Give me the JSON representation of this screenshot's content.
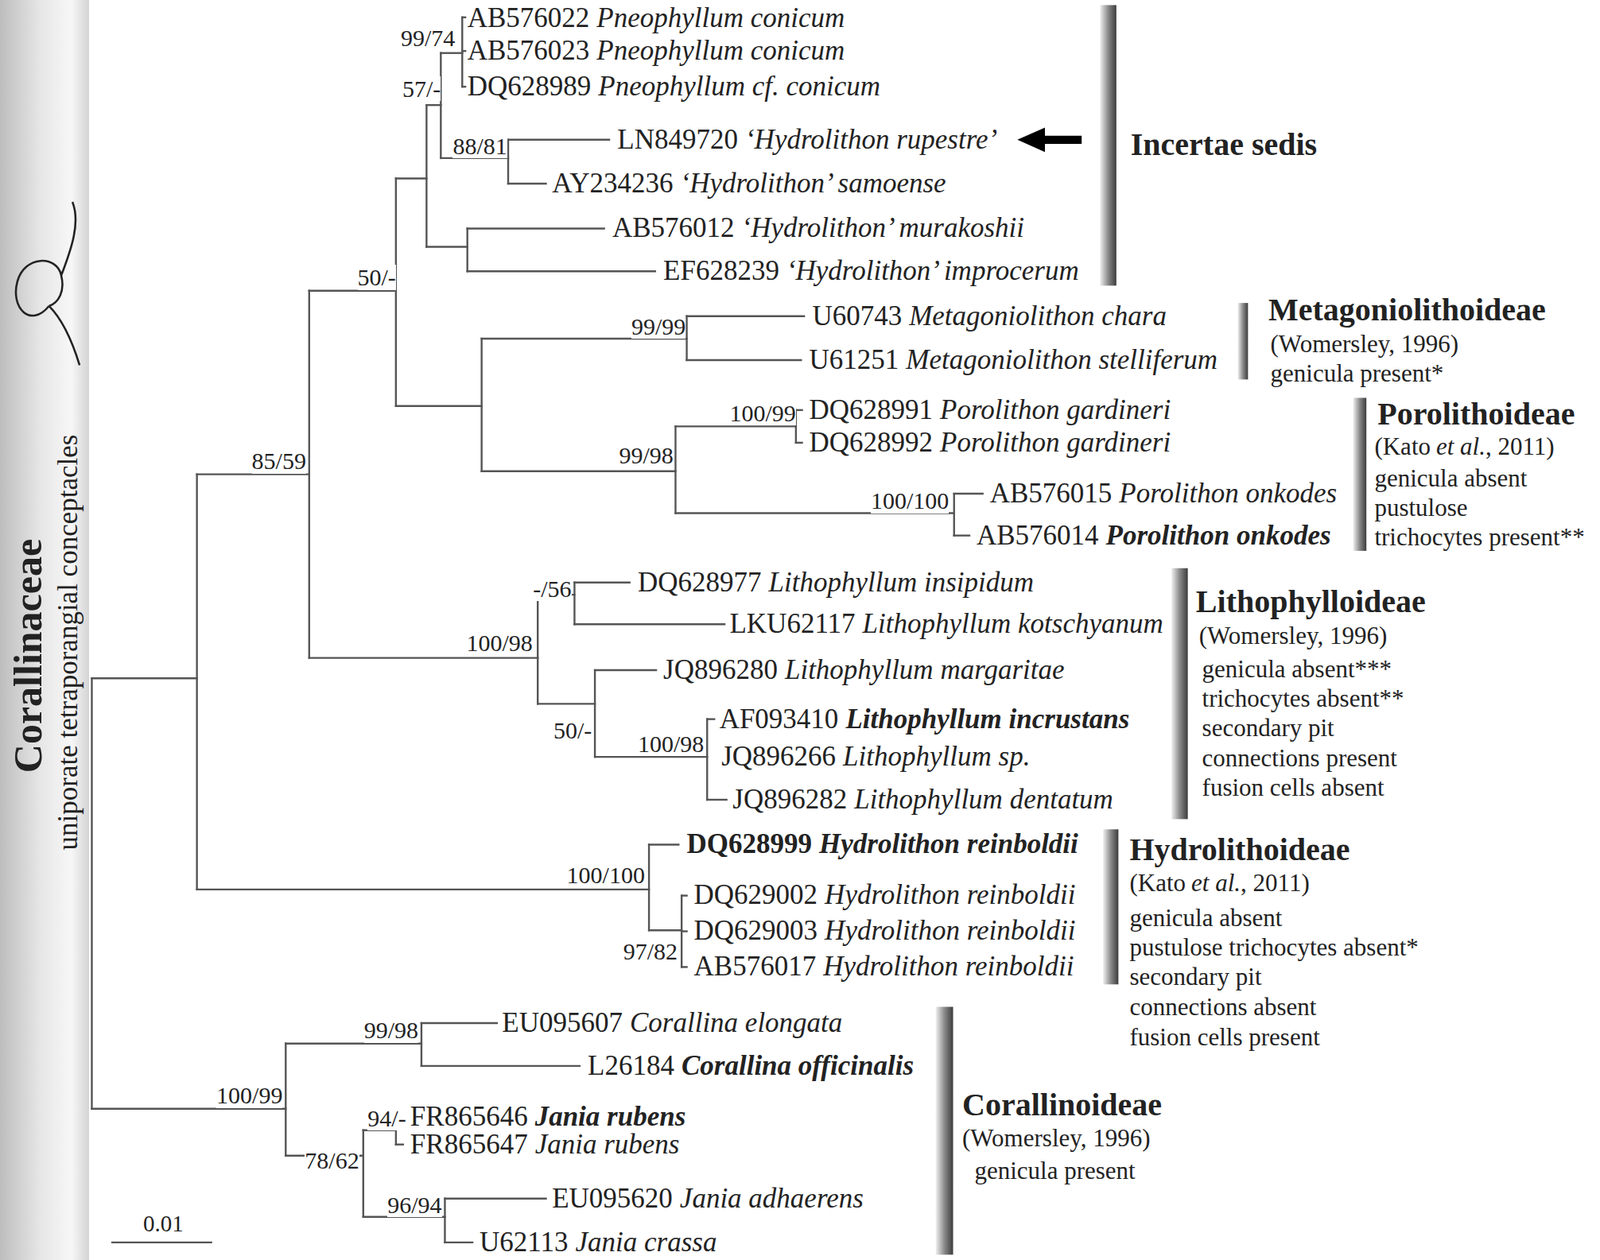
{
  "diagram": {
    "nodes": [
      {
        "text": [
          "Corallinaceae",
          "uniporate tetraporangial conceptacles"
        ]
      }
    ],
    "labels": [
      "AB576022",
      "Pneophyllum conicum",
      "AB576023",
      "Pneophyllum conicum",
      "DQ628989",
      "Pneophyllum cf. conicum",
      "LN849720",
      "‘Hydrolithon rupestre’",
      "AY234236",
      "‘Hydrolithon’ samoense",
      "AB576012",
      "‘Hydrolithon’ murakoshii",
      "EF628239",
      "‘Hydrolithon’ improcerum",
      "U60743",
      "Metagoniolithon chara",
      "U61251",
      "Metagoniolithon stelliferum",
      "DQ628991",
      "Porolithon gardineri",
      "DQ628992",
      "Porolithon gardineri",
      "AB576015",
      "Porolithon onkodes",
      "AB576014",
      "Porolithon onkodes",
      "DQ628977",
      "Lithophyllum insipidum",
      "LKU62117",
      "Lithophyllum kotschyanum",
      "JQ896280",
      "Lithophyllum margaritae",
      "AF093410",
      "Lithophyllum incrustans",
      "JQ896266",
      "Lithophyllum sp.",
      "JQ896282",
      "Lithophyllum dentatum",
      "DQ628999",
      "Hydrolithon reinboldii",
      "DQ629002",
      "Hydrolithon reinboldii",
      "DQ629003",
      "Hydrolithon reinboldii",
      "AB576017",
      "Hydrolithon reinboldii",
      "EU095607",
      "Corallina elongata",
      "L26184",
      "Corallina officinalis",
      "FR865646",
      "Jania rubens",
      "FR865647",
      "Jania rubens",
      "EU095620",
      "Jania adhaerens",
      "U62113",
      "Jania crassa",
      "99/74",
      "57/-",
      "88/81",
      "50/-",
      "99/99",
      "100/99",
      "85/59",
      "99/98",
      "100/100",
      "-/56",
      "100/98",
      "50/-",
      "100/98",
      "100/100",
      "97/82",
      "99/98",
      "100/99",
      "94/-",
      "78/62",
      "96/94",
      "Incertae sedis",
      "Metagoniolithoideae",
      "(Womersley, 1996)",
      "genicula present*",
      "Porolithoideae",
      "(Kato",
      "et al.",
      ", 2011)",
      "genicula absent",
      "pustulose",
      "trichocytes present**",
      "Lithophylloideae",
      "(Womersley, 1996)",
      "genicula absent***",
      "trichocytes absent**",
      "secondary pit",
      "connections present",
      "fusion cells absent",
      "Hydrolithoideae",
      "(Kato",
      "et al.",
      ", 2011)",
      "genicula absent",
      "pustulose trichocytes absent*",
      "secondary pit",
      "connections absent",
      "fusion cells present",
      "Corallinoideae",
      "(Womersley, 1996)",
      "genicula present",
      "0.01"
    ]
  }
}
